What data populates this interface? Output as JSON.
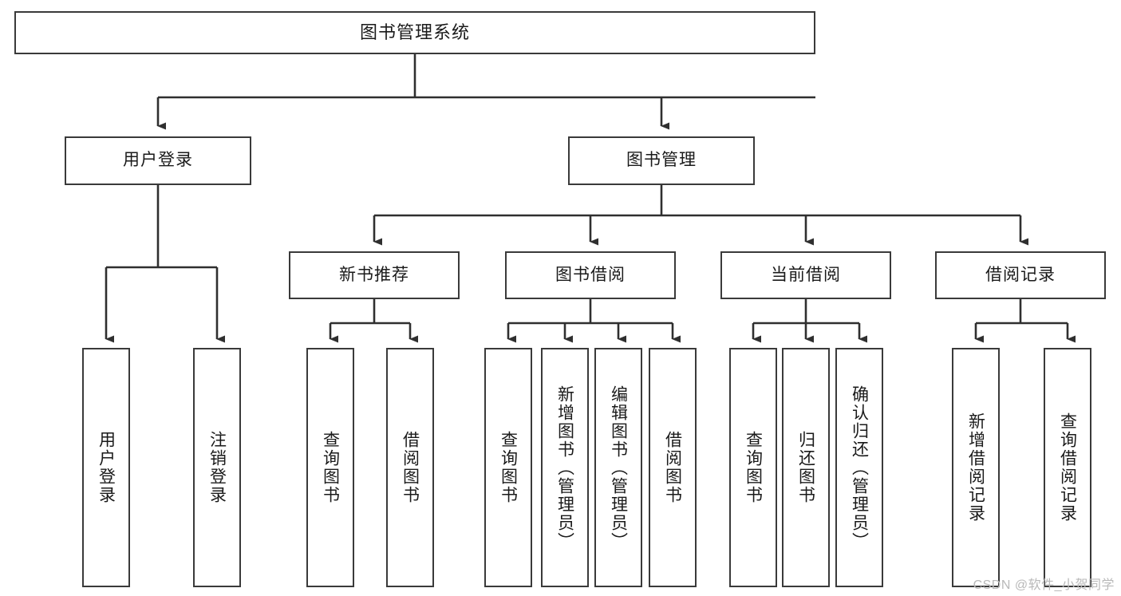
{
  "diagram": {
    "title": "图书管理系统",
    "watermark": "CSDN @软件_小贺同学",
    "stroke_color": "#3a3a3a",
    "fill_color": "#ffffff",
    "text_color": "#1a1a1a",
    "nodes": {
      "root": {
        "label": "图书管理系统"
      },
      "level2": [
        {
          "id": "user-login",
          "label": "用户登录"
        },
        {
          "id": "book-manage",
          "label": "图书管理"
        }
      ],
      "level3": [
        {
          "id": "new-book-recommend",
          "label": "新书推荐"
        },
        {
          "id": "book-borrow",
          "label": "图书借阅"
        },
        {
          "id": "current-borrow",
          "label": "当前借阅"
        },
        {
          "id": "borrow-record",
          "label": "借阅记录"
        }
      ],
      "leaves": [
        {
          "id": "leaf-user-login",
          "label": "用户登录",
          "parent": "user-login"
        },
        {
          "id": "leaf-logout",
          "label": "注销登录",
          "parent": "user-login"
        },
        {
          "id": "leaf-query-book-1",
          "label": "查询图书",
          "parent": "new-book-recommend"
        },
        {
          "id": "leaf-borrow-book-1",
          "label": "借阅图书",
          "parent": "new-book-recommend"
        },
        {
          "id": "leaf-query-book-2",
          "label": "查询图书",
          "parent": "book-borrow"
        },
        {
          "id": "leaf-add-book",
          "label": "新增图书（管理员）",
          "parent": "book-borrow"
        },
        {
          "id": "leaf-edit-book",
          "label": "编辑图书（管理员）",
          "parent": "book-borrow"
        },
        {
          "id": "leaf-borrow-book-2",
          "label": "借阅图书",
          "parent": "book-borrow"
        },
        {
          "id": "leaf-query-book-3",
          "label": "查询图书",
          "parent": "current-borrow"
        },
        {
          "id": "leaf-return-book",
          "label": "归还图书",
          "parent": "current-borrow"
        },
        {
          "id": "leaf-confirm-return",
          "label": "确认归还（管理员）",
          "parent": "current-borrow"
        },
        {
          "id": "leaf-add-record",
          "label": "新增借阅记录",
          "parent": "borrow-record"
        },
        {
          "id": "leaf-query-record",
          "label": "查询借阅记录",
          "parent": "borrow-record"
        }
      ]
    }
  }
}
